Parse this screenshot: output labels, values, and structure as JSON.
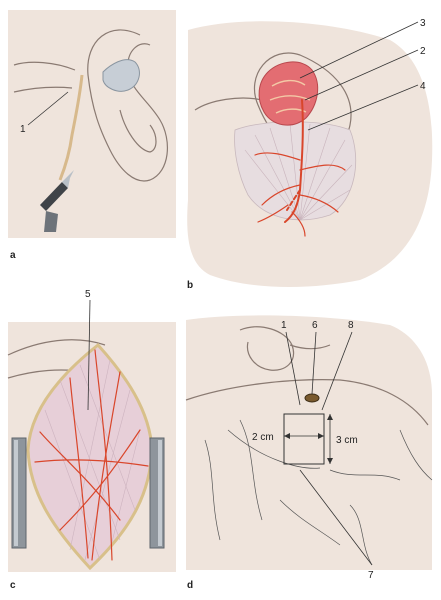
{
  "panels": {
    "a": {
      "label": "a",
      "callouts": [
        "1"
      ]
    },
    "b": {
      "label": "b",
      "callouts": [
        "3",
        "2",
        "4"
      ]
    },
    "c": {
      "label": "c",
      "callouts": [
        "5"
      ]
    },
    "d": {
      "label": "d",
      "callouts": [
        "1",
        "6",
        "8",
        "7"
      ],
      "dimensions": [
        "2 cm",
        "3 cm"
      ]
    }
  },
  "colors": {
    "vessel": "#d9462b",
    "skin": "#efe4dc",
    "flap": "#e7cfd8",
    "clamp": "#8e959c"
  }
}
